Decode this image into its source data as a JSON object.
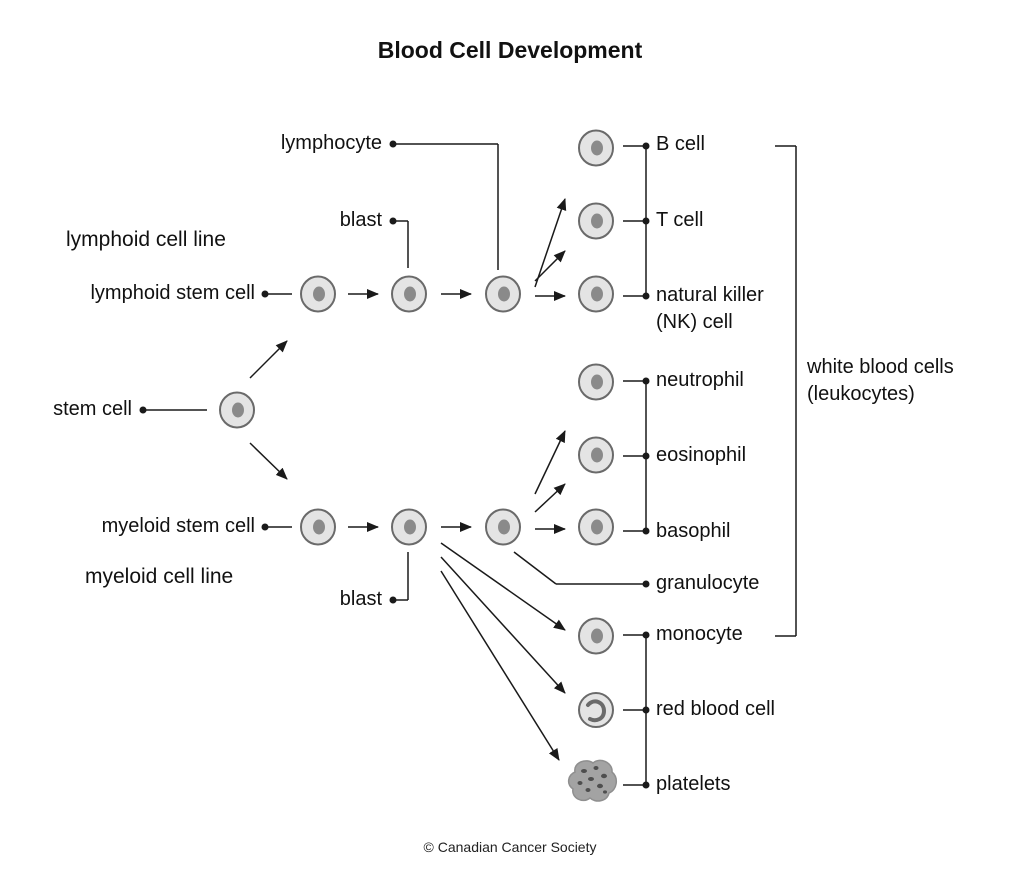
{
  "title": "Blood Cell Development",
  "credit": "© Canadian Cancer Society",
  "labels": {
    "lymphocyte": "lymphocyte",
    "blast_top": "blast",
    "lymphoid_line": "lymphoid cell line",
    "lymphoid_stem": "lymphoid stem cell",
    "stem_cell": "stem cell",
    "myeloid_stem": "myeloid stem cell",
    "myeloid_line": "myeloid cell line",
    "blast_bottom": "blast",
    "b_cell": "B cell",
    "t_cell": "T cell",
    "nk_line1": "natural killer",
    "nk_line2": "(NK) cell",
    "neutrophil": "neutrophil",
    "eosinophil": "eosinophil",
    "basophil": "basophil",
    "granulocyte": "granulocyte",
    "monocyte": "monocyte",
    "red_blood_cell": "red blood cell",
    "platelets": "platelets",
    "wbc_line1": "white blood cells",
    "wbc_line2": "(leukocytes)"
  },
  "icons": {
    "cell": "round-cell-icon",
    "red_blood_cell": "biconcave-cell-icon",
    "platelets": "platelet-cluster-icon"
  },
  "colors": {
    "cell_fill": "#e4e4e4",
    "cell_outline": "#6a6a6a",
    "nucleus": "#8a8a8a",
    "platelet": "#9a9a9a",
    "line": "#1a1a1a"
  }
}
